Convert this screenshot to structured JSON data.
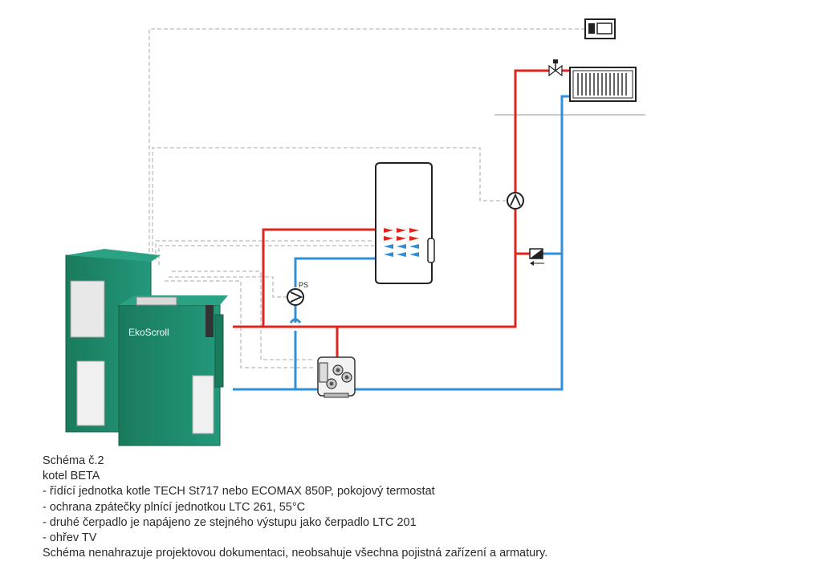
{
  "boiler": {
    "brand_label": "EkoScroll"
  },
  "pump_label": "PS",
  "caption": {
    "lines": [
      "Schéma č.2",
      "kotel BETA",
      "- řídící jednotka kotle TECH St717 nebo ECOMAX 850P, pokojový termostat",
      "- ochrana zpátečky plnící jednotkou LTC 261, 55°C",
      "- druhé čerpadlo je napájeno ze stejného výstupu jako čerpadlo LTC 201",
      "- ohřev TV",
      "Schéma nenahrazuje projektovou dokumentaci, neobsahuje všechna pojistná zařízení a armatury."
    ]
  },
  "colors": {
    "supply_pipe": "#e0261c",
    "return_pipe": "#2f8fd8",
    "control_wire": "#a9a9a9",
    "boiler_body": "#1f8a6a"
  },
  "icons": [
    "room-thermostat-icon",
    "radiator-icon",
    "valve-icon",
    "circulation-pump-icon",
    "mixing-valve-icon",
    "hot-water-tank-icon",
    "filling-unit-icon"
  ]
}
